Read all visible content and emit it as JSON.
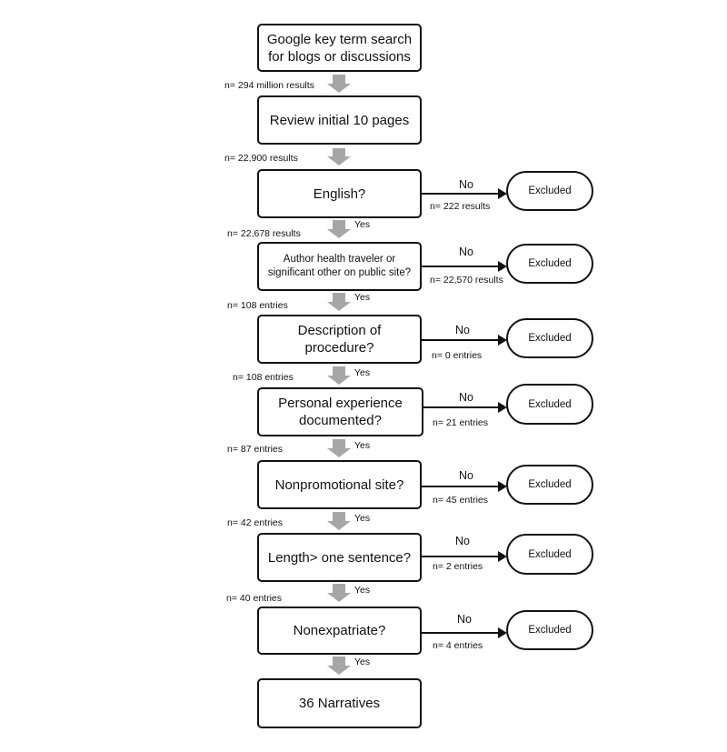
{
  "colors": {
    "box_border": "#111111",
    "down_arrow": "#a6a6a6",
    "side_arrow": "#111111"
  },
  "steps": [
    {
      "text": "Google key term search\nfor blogs or discussions",
      "count_below": "n= 294 million results",
      "yes_below": ""
    },
    {
      "text": "Review initial 10 pages",
      "count_below": "n= 22,900  results",
      "yes_below": ""
    },
    {
      "text": "English?",
      "count_below": "n= 22,678 results",
      "yes_below": "Yes",
      "no_label": "No",
      "excluded_count": "n= 222 results",
      "excluded_label": "Excluded"
    },
    {
      "text": "Author  health traveler or\nsignificant other on public site?",
      "count_below": "n= 108 entries",
      "yes_below": "Yes",
      "no_label": "No",
      "excluded_count": "n= 22,570 results",
      "excluded_label": "Excluded"
    },
    {
      "text": "Description of\nprocedure?",
      "count_below": "n= 108 entries",
      "yes_below": "Yes",
      "no_label": "No",
      "excluded_count": "n= 0 entries",
      "excluded_label": "Excluded"
    },
    {
      "text": "Personal experience\ndocumented?",
      "count_below": "n= 87 entries",
      "yes_below": "Yes",
      "no_label": "No",
      "excluded_count": "n= 21 entries",
      "excluded_label": "Excluded"
    },
    {
      "text": "Nonpromotional site?",
      "count_below": "n= 42 entries",
      "yes_below": "Yes",
      "no_label": "No",
      "excluded_count": "n= 45 entries",
      "excluded_label": "Excluded"
    },
    {
      "text": "Length> one sentence?",
      "count_below": "n= 40 entries",
      "yes_below": "Yes",
      "no_label": "No",
      "excluded_count": "n= 2 entries",
      "excluded_label": "Excluded"
    },
    {
      "text": "Nonexpatriate?",
      "count_below": "",
      "yes_below": "Yes",
      "no_label": "No",
      "excluded_count": "n= 4 entries",
      "excluded_label": "Excluded"
    },
    {
      "text": "36 Narratives"
    }
  ]
}
